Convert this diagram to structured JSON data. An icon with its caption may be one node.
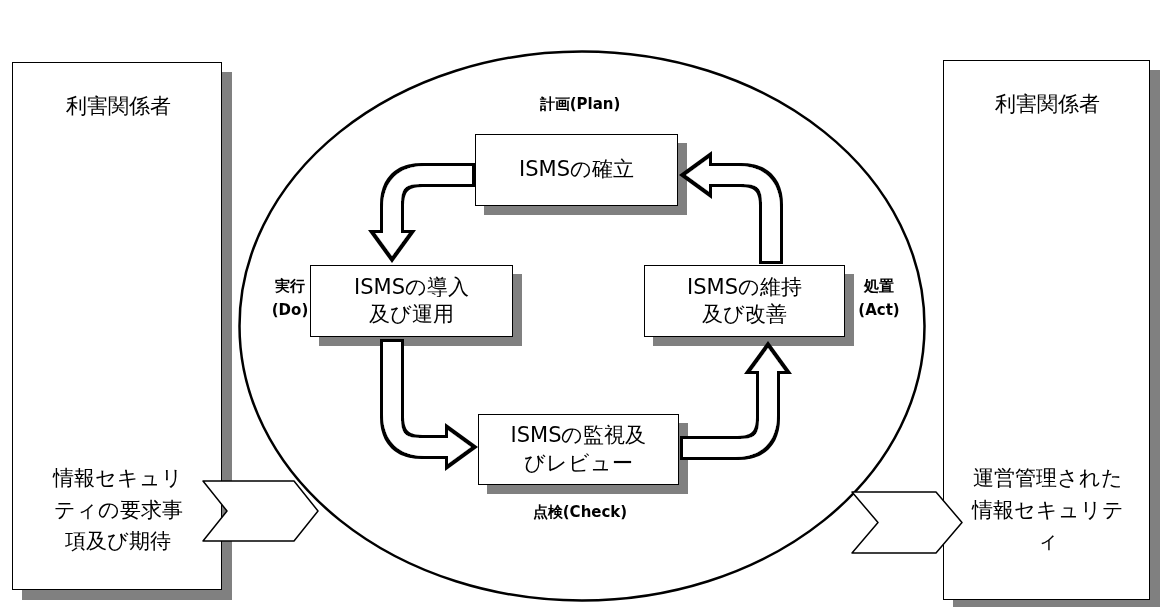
{
  "diagram": {
    "nodes": [
      {
        "text": [
          "利害関係者",
          "情報セキュリティの要求事項及び期待"
        ]
      },
      {
        "text": [],
        "shape": "ellipse"
      },
      {
        "text": [
          "ISMSの確立"
        ],
        "beside": [
          "計画(Plan)"
        ],
        "in": 1
      },
      {
        "text": [
          "ISMSの導入及び運用"
        ],
        "beside": [
          "実行(Do)"
        ],
        "in": 1
      },
      {
        "text": [
          "ISMSの維持及び改善"
        ],
        "beside": [
          "処置(Act)"
        ],
        "in": 1
      },
      {
        "text": [
          "ISMSの監視及びレビュー"
        ],
        "beside": [
          "点検(Check)"
        ],
        "in": 1
      },
      {
        "text": [
          "利害関係者",
          "運営管理された情報セキュリティ"
        ]
      }
    ],
    "edges": [
      {
        "from": 0,
        "to": 1,
        "arrow": "to"
      },
      {
        "from": 2,
        "to": 3,
        "arrow": "to"
      },
      {
        "from": 3,
        "to": 5,
        "arrow": "to"
      },
      {
        "from": 5,
        "to": 4,
        "arrow": "to"
      },
      {
        "from": 4,
        "to": 2,
        "arrow": "to"
      },
      {
        "from": 1,
        "to": 6,
        "arrow": "to"
      }
    ]
  }
}
